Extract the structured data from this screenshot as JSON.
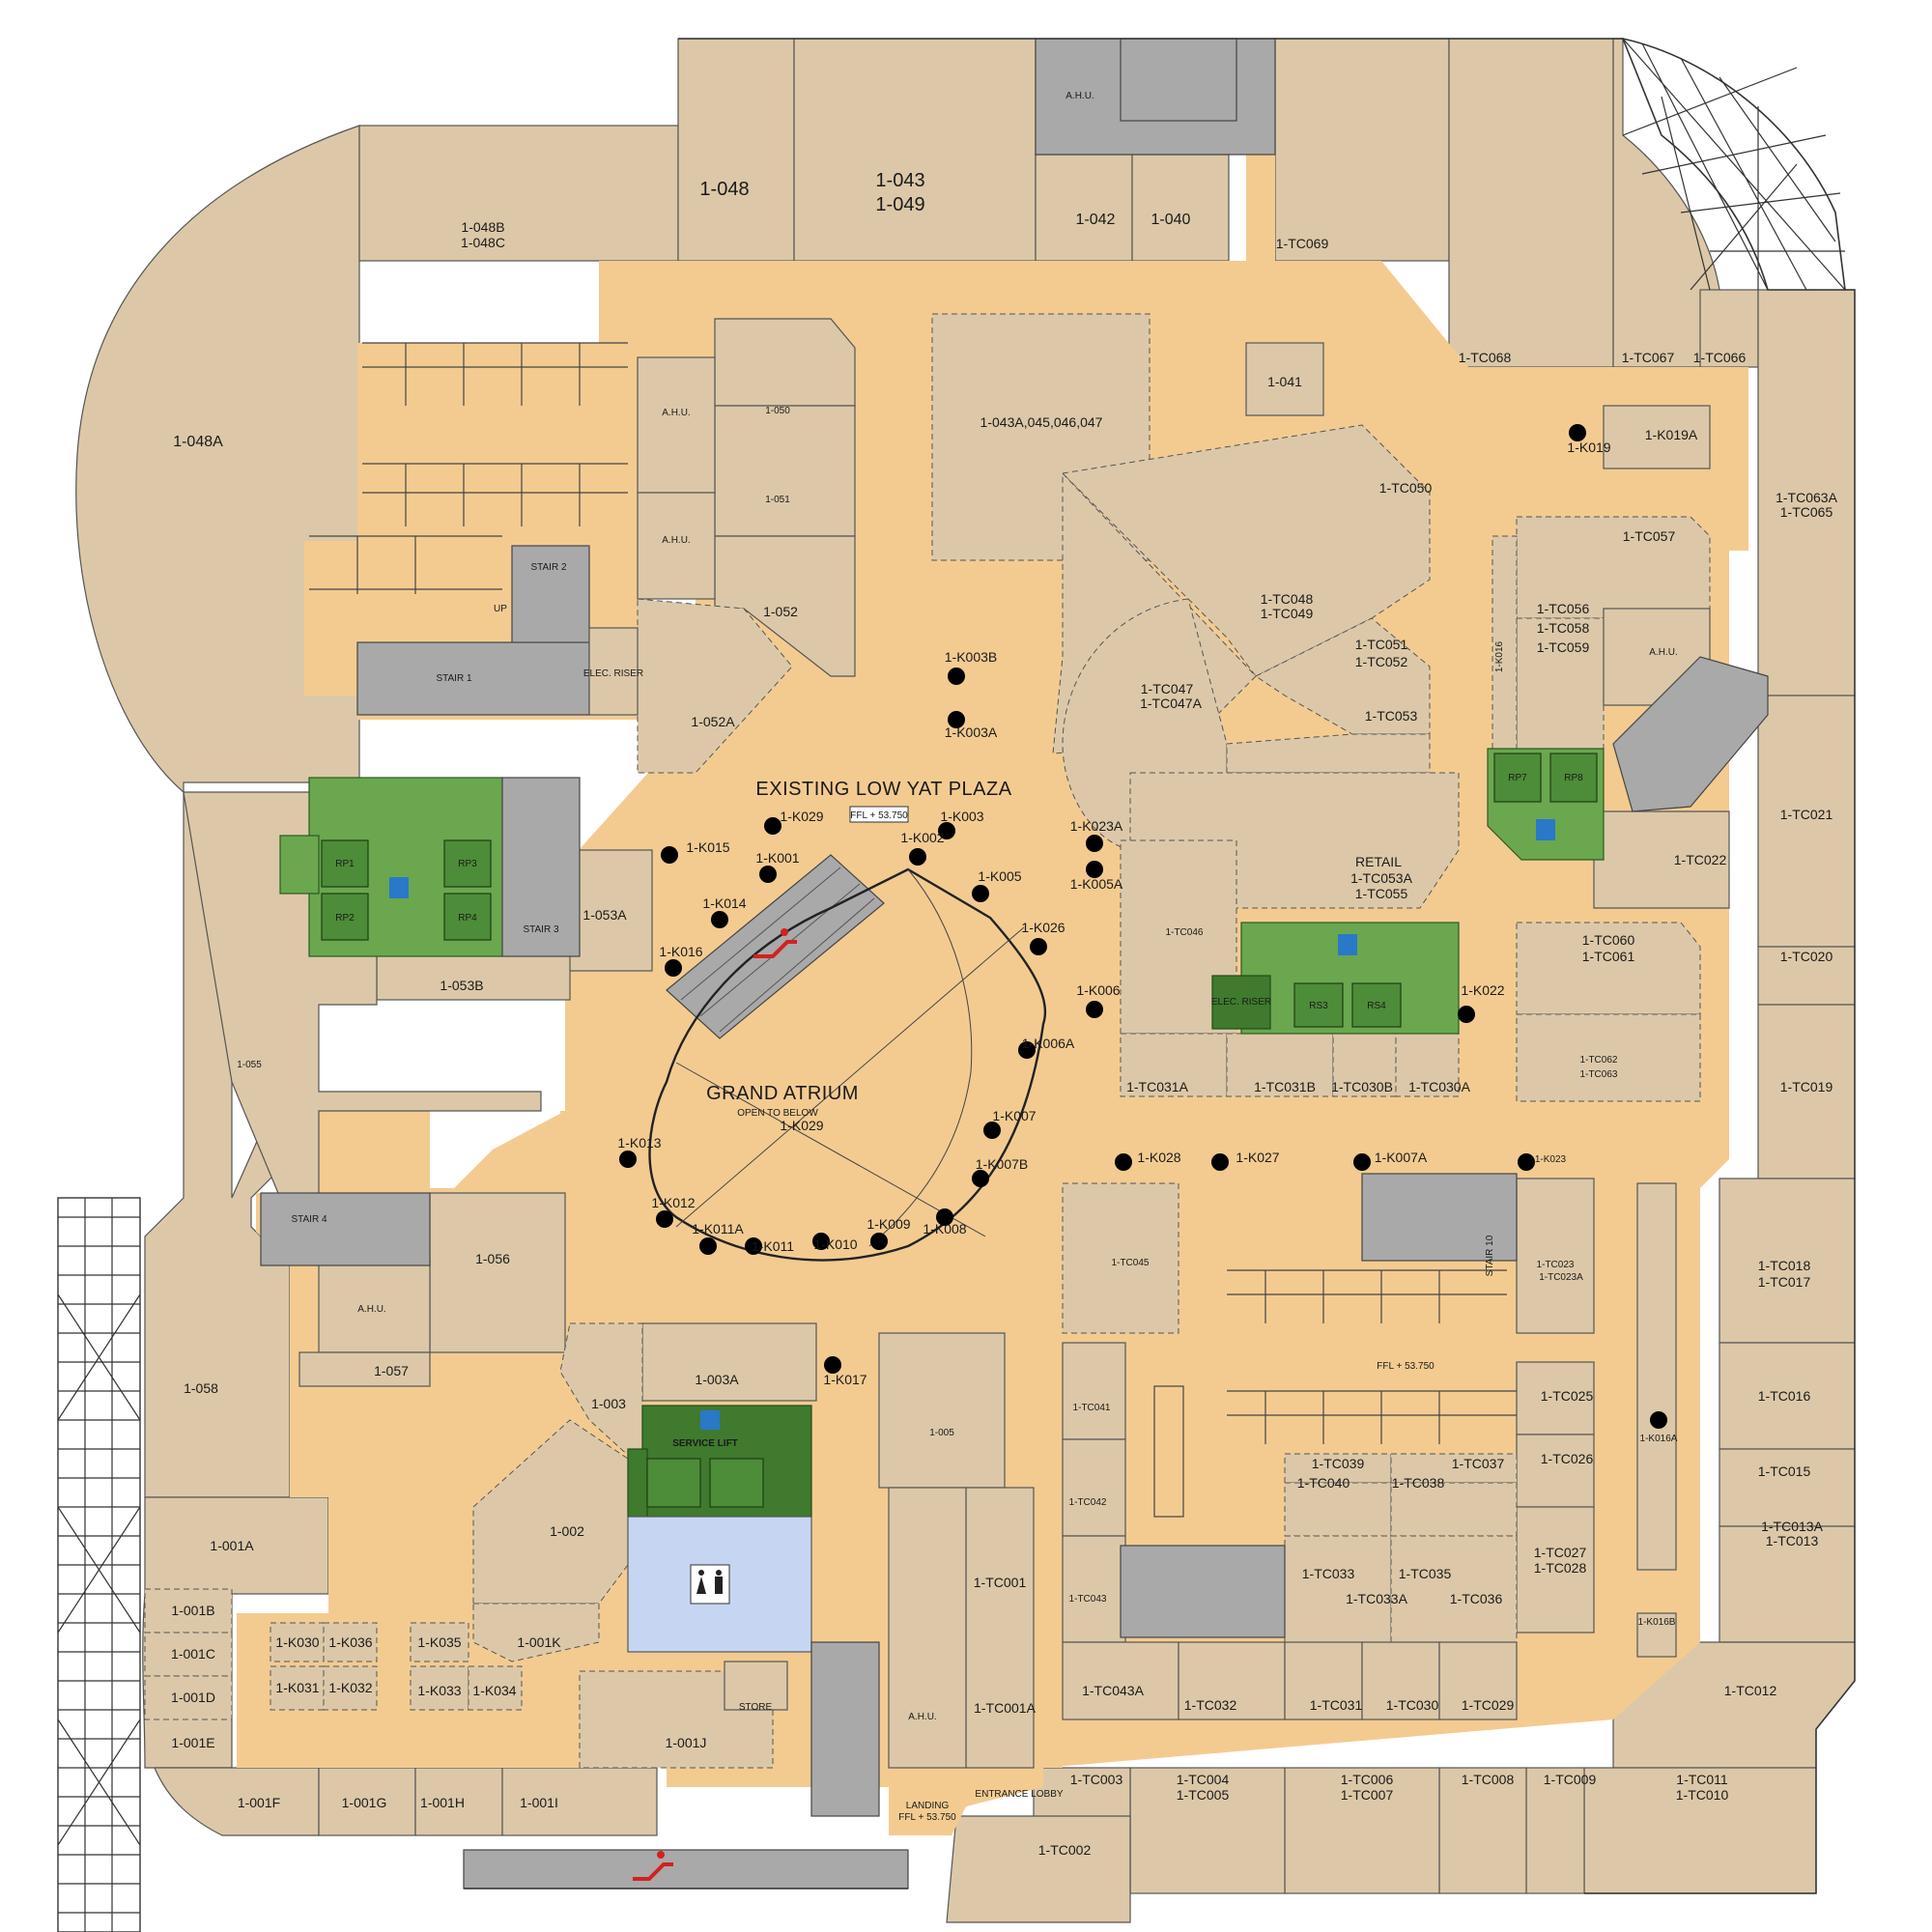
{
  "plaza_title": "EXISTING LOW YAT PLAZA",
  "ffl_label": "FFL + 53.750",
  "atrium_title": "GRAND ATRIUM",
  "atrium_sub": "OPEN TO BELOW",
  "service_lift": "SERVICE LIFT",
  "entrance_lobby": "ENTRANCE LOBBY",
  "landing": "LANDING",
  "landing_ffl": "FFL + 53.750",
  "store": "STORE",
  "retail": "RETAIL",
  "units": {
    "u1048": "1-048",
    "u1043": "1-043",
    "u1049": "1-049",
    "u1042": "1-042",
    "u1040": "1-040",
    "u1048b": "1-048B",
    "u1048c": "1-048C",
    "u1048a": "1-048A",
    "u1050": "1-050",
    "u1051": "1-051",
    "u1052": "1-052",
    "u1052a": "1-052A",
    "u1043a": "1-043A,045,046,047",
    "u1041": "1-041",
    "uTC069": "1-TC069",
    "uTC068": "1-TC068",
    "uTC067": "1-TC067",
    "uTC066": "1-TC066",
    "uK019a": "1-K019A",
    "uTC063a": "1-TC063A",
    "uTC065": "1-TC065",
    "uTC050": "1-TC050",
    "uTC048": "1-TC048",
    "uTC049": "1-TC049",
    "uTC051": "1-TC051",
    "uTC052": "1-TC052",
    "uTC047": "1-TC047",
    "uTC047a": "1-TC047A",
    "uTC053": "1-TC053",
    "uTC057": "1-TC057",
    "uTC056": "1-TC056",
    "uTC058": "1-TC058",
    "uTC059": "1-TC059",
    "uK016v": "1-K016",
    "uTC021": "1-TC021",
    "uTC022": "1-TC022",
    "uTC053a": "1-TC053A",
    "uTC055": "1-TC055",
    "uTC046": "1-TC046",
    "uTC060": "1-TC060",
    "uTC061": "1-TC061",
    "uTC020": "1-TC020",
    "uTC062": "1-TC062",
    "uTC063": "1-TC063",
    "uTC019": "1-TC019",
    "uTC031a": "1-TC031A",
    "uTC031b": "1-TC031B",
    "uTC030b": "1-TC030B",
    "uTC030a": "1-TC030A",
    "u1053a": "1-053A",
    "u1053b": "1-053B",
    "u1055": "1-055",
    "u1056": "1-056",
    "u1057": "1-057",
    "u1058": "1-058",
    "uTC045": "1-TC045",
    "uTC023": "1-TC023",
    "uTC023a": "1-TC023A",
    "uTC018": "1-TC018",
    "uTC017": "1-TC017",
    "uTC016": "1-TC016",
    "uTC015": "1-TC015",
    "uTC013a": "1-TC013A",
    "uTC013": "1-TC013",
    "uTC012": "1-TC012",
    "uTC025": "1-TC025",
    "uTC026": "1-TC026",
    "uTC027": "1-TC027",
    "uTC028": "1-TC028",
    "uTC041": "1-TC041",
    "uTC042": "1-TC042",
    "uTC043": "1-TC043",
    "uTC043a": "1-TC043A",
    "uTC039": "1-TC039",
    "uTC037": "1-TC037",
    "uTC040": "1-TC040",
    "uTC038": "1-TC038",
    "uTC033": "1-TC033",
    "uTC035": "1-TC035",
    "uTC033a": "1-TC033A",
    "uTC036": "1-TC036",
    "uTC032": "1-TC032",
    "uTC031": "1-TC031",
    "uTC030": "1-TC030",
    "uTC029": "1-TC029",
    "uTC001": "1-TC001",
    "uTC001a": "1-TC001A",
    "u1005": "1-005",
    "u1003": "1-003",
    "u1003a": "1-003A",
    "u1002": "1-002",
    "u1001k": "1-001K",
    "u1001a": "1-001A",
    "u1001b": "1-001B",
    "u1001c": "1-001C",
    "u1001d": "1-001D",
    "u1001e": "1-001E",
    "u1001f": "1-001F",
    "u1001g": "1-001G",
    "u1001h": "1-001H",
    "u1001i": "1-001I",
    "u1001j": "1-001J",
    "uK030": "1-K030",
    "uK036": "1-K036",
    "uK035": "1-K035",
    "uK031": "1-K031",
    "uK032": "1-K032",
    "uK033": "1-K033",
    "uK034": "1-K034",
    "uTC003": "1-TC003",
    "uTC004": "1-TC004",
    "uTC005": "1-TC005",
    "uTC006": "1-TC006",
    "uTC007": "1-TC007",
    "uTC008": "1-TC008",
    "uTC009": "1-TC009",
    "uTC011": "1-TC011",
    "uTC010": "1-TC010",
    "uTC002": "1-TC002",
    "uK016a": "1-K016A",
    "uK016b": "1-K016B",
    "ahu1": "A.H.U.",
    "ahu2": "A.H.U.",
    "ahu3": "A.H.U.",
    "ahu4": "A.H.U.",
    "ahu5": "A.H.U.",
    "ahu6": "A.H.U.",
    "elec1": "ELEC. RISER",
    "elec2": "ELEC. RISER",
    "stair2": "STAIR 2",
    "stair1": "STAIR 1",
    "stair3": "STAIR 3",
    "stair10": "STAIR 10",
    "stair4": "STAIR 4",
    "rp1": "RP1",
    "rp2": "RP2",
    "rp3": "RP3",
    "rp4": "RP4",
    "rs3": "RS3",
    "rs4": "RS4",
    "rp7": "RP7",
    "rp8": "RP8",
    "up": "UP"
  },
  "kiosks": {
    "k003b": "1-K003B",
    "k003a": "1-K003A",
    "k029top": "1-K029",
    "k003": "1-K003",
    "k002": "1-K002",
    "k001": "1-K001",
    "k015": "1-K015",
    "k014": "1-K014",
    "k005": "1-K005",
    "k016": "1-K016",
    "k026": "1-K026",
    "k023a": "1-K023A",
    "k005a": "1-K005A",
    "k006": "1-K006",
    "k006a": "1-K006A",
    "k007": "1-K007",
    "k007b": "1-K007B",
    "k013": "1-K013",
    "k029": "1-K029",
    "k012": "1-K012",
    "k011a": "1-K011A",
    "k011": "1-K011",
    "k010": "1-K010",
    "k009": "1-K009",
    "k008": "1-K008",
    "k028": "1-K028",
    "k027": "1-K027",
    "k007a": "1-K007A",
    "k023": "1-K023",
    "k022": "1-K022",
    "k019": "1-K019",
    "k017": "1-K017"
  }
}
